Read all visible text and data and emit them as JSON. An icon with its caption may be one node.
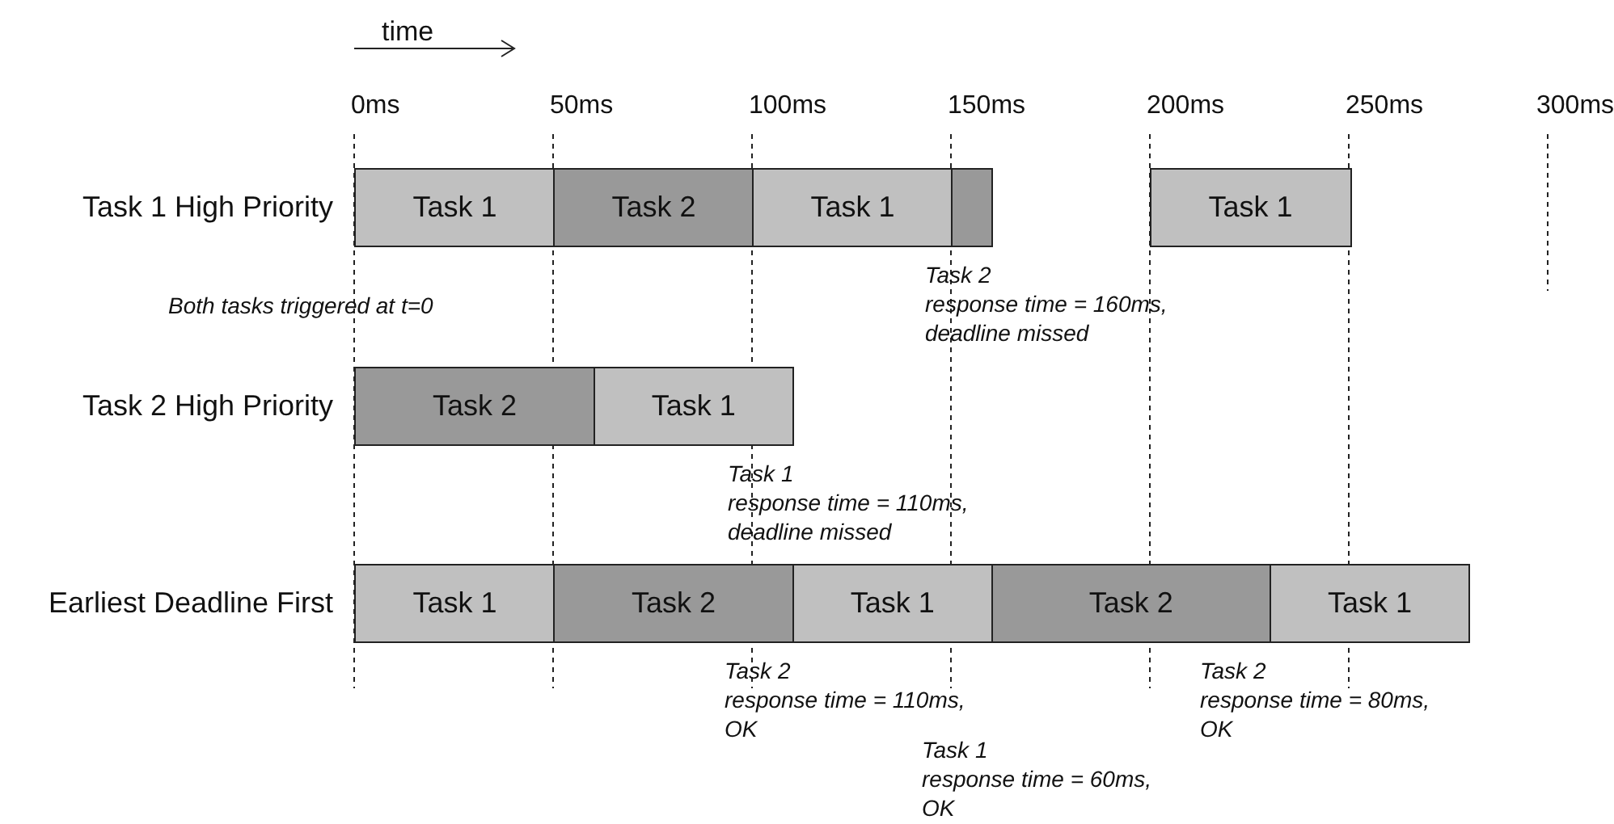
{
  "diagram": {
    "nodes": [
      {
        "text": [
          "Task 1"
        ]
      },
      {
        "text": [
          "Task 2"
        ]
      },
      {
        "text": [
          "Task 1"
        ]
      },
      {
        "text": [],
        "shape": "box"
      },
      {
        "text": [
          "Task 1"
        ]
      },
      {
        "text": [
          "Task 2"
        ]
      },
      {
        "text": [
          "Task 1"
        ]
      },
      {
        "text": [
          "Task 1"
        ]
      },
      {
        "text": [
          "Task 2"
        ]
      },
      {
        "text": [
          "Task 1"
        ]
      },
      {
        "text": [
          "Task 2"
        ]
      },
      {
        "text": [
          "Task 1"
        ]
      }
    ],
    "labels": [
      "time",
      "0ms",
      "50ms",
      "100ms",
      "150ms",
      "200ms",
      "250ms",
      "300ms",
      "Task 1 High Priority",
      "Both tasks triggered at t=0",
      "Task 2 response time = 160ms, deadline missed",
      "Task 2 High Priority",
      "Task 1 response time = 110ms, deadline missed",
      "Earliest Deadline First",
      "Task 2 response time = 110ms, OK",
      "Task 2 response time = 80ms, OK",
      "Task 1 response time = 60ms, OK"
    ]
  }
}
